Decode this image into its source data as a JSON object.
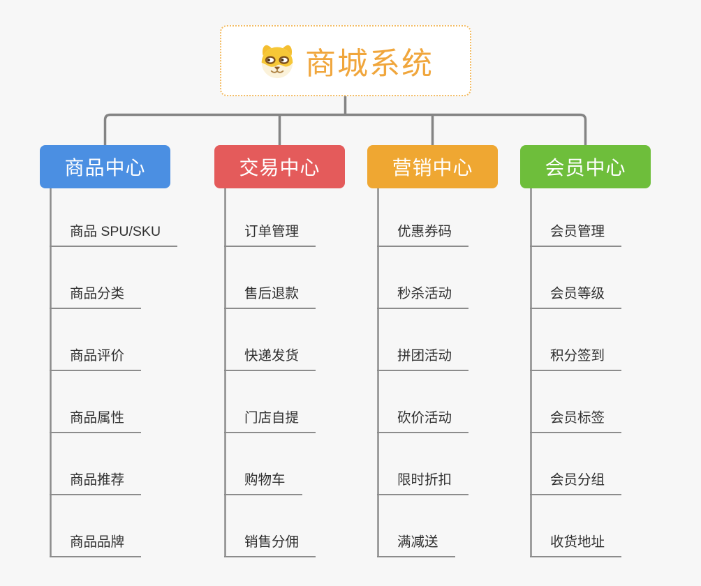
{
  "root": {
    "label": "商城系统",
    "icon": "dog-face-icon",
    "text_color": "#F0A63C",
    "border_color": "#F3BC64"
  },
  "branches": [
    {
      "id": "product-center",
      "label": "商品中心",
      "color": "#4B8FE2",
      "items": [
        "商品 SPU/SKU",
        "商品分类",
        "商品评价",
        "商品属性",
        "商品推荐",
        "商品品牌"
      ]
    },
    {
      "id": "trade-center",
      "label": "交易中心",
      "color": "#E45B5B",
      "items": [
        "订单管理",
        "售后退款",
        "快递发货",
        "门店自提",
        "购物车",
        "销售分佣"
      ]
    },
    {
      "id": "marketing-center",
      "label": "营销中心",
      "color": "#EFA732",
      "items": [
        "优惠券码",
        "秒杀活动",
        "拼团活动",
        "砍价活动",
        "限时折扣",
        "满减送"
      ]
    },
    {
      "id": "member-center",
      "label": "会员中心",
      "color": "#6EBE3B",
      "items": [
        "会员管理",
        "会员等级",
        "积分签到",
        "会员标签",
        "会员分组",
        "收货地址"
      ]
    }
  ],
  "connector_color": "#848484"
}
